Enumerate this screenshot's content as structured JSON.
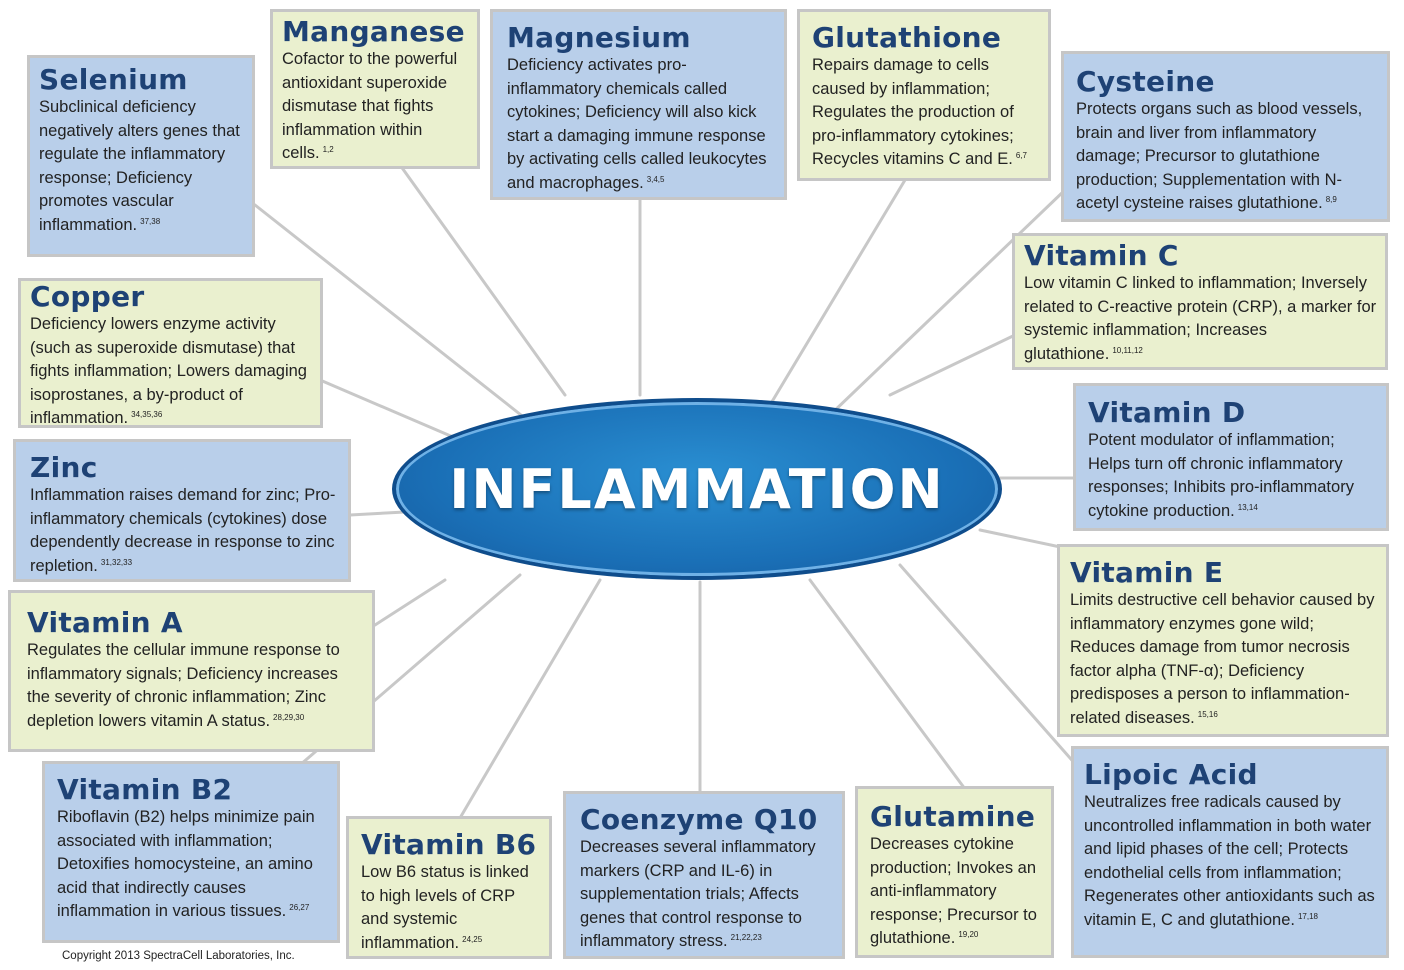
{
  "center": {
    "label": "INFLAMMATION"
  },
  "copyright": "Copyright 2013 SpectraCell Laboratories, Inc.",
  "colors": {
    "blue_box": "#b9cfea",
    "yellow_box": "#eaf0cf",
    "title": "#1e4275",
    "ellipse": "#1a6fb6",
    "connector": "#c8c8c8"
  },
  "nutrients": {
    "manganese": {
      "title": "Manganese",
      "text": "Cofactor to the powerful antioxidant superoxide dismutase that fights inflammation within cells.",
      "refs": "1,2"
    },
    "magnesium": {
      "title": "Magnesium",
      "text": "Deficiency activates pro-inflammatory chemicals called cytokines; Deficiency will also kick start a damaging immune response by activating cells called leukocytes and macrophages.",
      "refs": "3,4,5"
    },
    "glutathione": {
      "title": "Glutathione",
      "text": "Repairs damage to cells caused by inflammation; Regulates the production of pro-inflammatory cytokines; Recycles vitamins C and E.",
      "refs": "6,7"
    },
    "selenium": {
      "title": "Selenium",
      "text": "Subclinical deficiency negatively alters genes that regulate the inflammatory response; Deficiency promotes vascular inflammation.",
      "refs": "37,38"
    },
    "cysteine": {
      "title": "Cysteine",
      "text": "Protects organs such as blood vessels, brain and liver from inflammatory damage; Precursor to glutathione production; Supplementation with N-acetyl cysteine raises glutathione.",
      "refs": "8,9"
    },
    "copper": {
      "title": "Copper",
      "text": "Deficiency lowers enzyme activity (such as superoxide dismutase) that fights inflammation; Lowers damaging isoprostanes, a by-product of inflammation.",
      "refs": "34,35,36"
    },
    "vitamin_c": {
      "title": "Vitamin C",
      "text": "Low vitamin C linked to inflammation; Inversely related to C-reactive protein (CRP), a marker for systemic inflammation; Increases glutathione.",
      "refs": "10,11,12"
    },
    "vitamin_d": {
      "title": "Vitamin D",
      "text": "Potent modulator of inflammation; Helps turn off chronic inflammatory responses; Inhibits pro-inflammatory cytokine production.",
      "refs": "13,14"
    },
    "zinc": {
      "title": "Zinc",
      "text": "Inflammation raises demand for zinc; Pro-inflammatory chemicals (cytokines) dose dependently decrease in response to zinc repletion.",
      "refs": "31,32,33"
    },
    "vitamin_e": {
      "title": "Vitamin E",
      "text": "Limits destructive cell behavior caused by inflammatory enzymes gone wild; Reduces damage from tumor necrosis factor alpha (TNF-α); Deficiency predisposes a person to inflammation-related diseases.",
      "refs": "15,16"
    },
    "vitamin_a": {
      "title": "Vitamin A",
      "text": "Regulates the cellular immune response to inflammatory signals; Deficiency increases the severity of chronic inflammation; Zinc depletion lowers vitamin A status.",
      "refs": "28,29,30"
    },
    "vitamin_b2": {
      "title": "Vitamin B2",
      "text": "Riboflavin (B2) helps minimize pain associated with inflammation; Detoxifies homocysteine, an amino acid that indirectly causes inflammation in various tissues.",
      "refs": "26,27"
    },
    "vitamin_b6": {
      "title": "Vitamin B6",
      "text": "Low B6 status is linked to high levels of CRP and systemic inflammation.",
      "refs": "24,25"
    },
    "coenzyme_q10": {
      "title": "Coenzyme Q10",
      "text": "Decreases several inflammatory markers (CRP and IL-6) in supplementation trials; Affects genes that control response to inflammatory stress.",
      "refs": "21,22,23"
    },
    "glutamine": {
      "title": "Glutamine",
      "text": "Decreases cytokine production; Invokes an anti-inflammatory response; Precursor to glutathione.",
      "refs": "19,20"
    },
    "lipoic_acid": {
      "title": "Lipoic Acid",
      "text": "Neutralizes free radicals caused by uncontrolled inflammation in both water and lipid phases of the cell; Protects endothelial cells from inflammation; Regenerates other antioxidants such as vitamin E, C and glutathione.",
      "refs": "17,18"
    }
  }
}
